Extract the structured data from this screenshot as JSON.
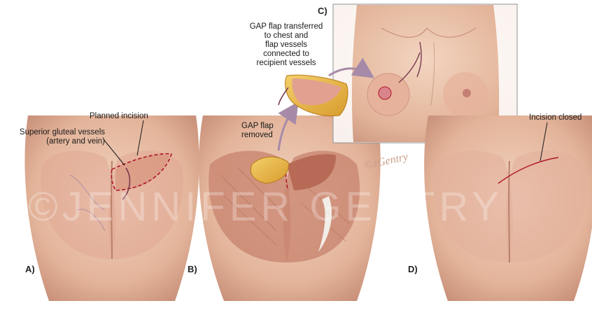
{
  "panels": {
    "a": {
      "label": "A)"
    },
    "b": {
      "label": "B)"
    },
    "c": {
      "label": "C)"
    },
    "d": {
      "label": "D)"
    }
  },
  "callouts": {
    "planned_incision": "Planned incision",
    "superior_gluteal_vessels": [
      "Superior gluteal vessels",
      "(artery and vein)"
    ],
    "gap_flap_removed": [
      "GAP flap",
      "removed"
    ],
    "gap_flap_transferred": [
      "GAP flap transferred",
      "to chest and",
      "flap vessels",
      "connected to",
      "recipient vessels"
    ],
    "incision_closed": "Incision closed"
  },
  "watermark": "©JENNIFER GENTRY",
  "signature": "©JGentry",
  "colors": {
    "skin": "#e8bfa6",
    "skin_shadow": "#c9917a",
    "muscle": "#c78672",
    "fat": "#e9b94a",
    "incision": "#b0162a",
    "arrow": "#a68aa8"
  }
}
